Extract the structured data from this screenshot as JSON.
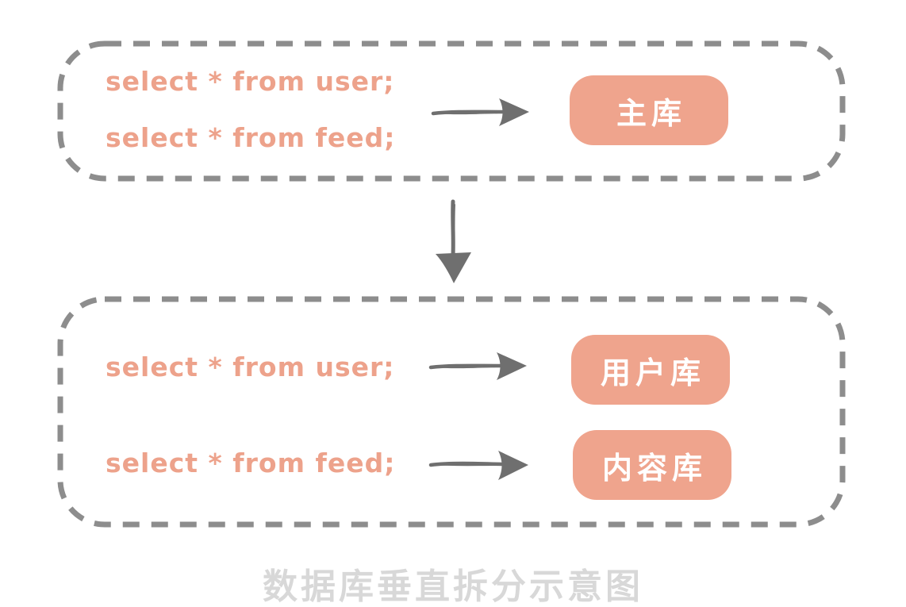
{
  "diagram": {
    "caption": "数据库垂直拆分示意图",
    "colors": {
      "query_text": "#eda28b",
      "db_box_fill": "#efa48d",
      "db_box_text": "#ffffff",
      "dashed_border": "#8d8d8d",
      "arrow": "#6f6f6f",
      "caption_text": "#d8d8d8"
    },
    "top_group": {
      "queries": [
        "select * from user;",
        "select * from feed;"
      ],
      "target": "主库"
    },
    "bottom_group": {
      "rows": [
        {
          "query": "select * from user;",
          "target": "用户库"
        },
        {
          "query": "select * from feed;",
          "target": "内容库"
        }
      ]
    },
    "icons": {
      "right_arrow": "hand-drawn right arrow",
      "down_arrow": "hand-drawn down arrow"
    }
  }
}
